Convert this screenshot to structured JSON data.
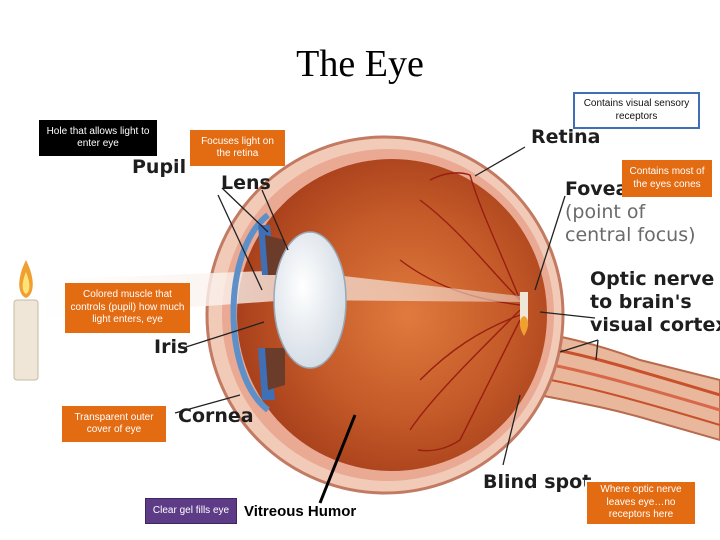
{
  "title": "The Eye",
  "labels": {
    "retina": "Retina",
    "pupil": "Pupil",
    "lens": "Lens",
    "fovea_1": "Fovea",
    "fovea_2": "(point of",
    "fovea_3": "central focus)",
    "optic_1": "Optic nerve",
    "optic_2": "to brain's",
    "optic_3": "visual cortex",
    "iris": "Iris",
    "cornea": "Cornea",
    "blind_spot": "Blind spot",
    "vitreous": "Vitreous Humor"
  },
  "callouts": {
    "pupil": "Hole that allows light to enter eye",
    "lens": "Focuses light on the retina",
    "retina": "Contains visual sensory receptors",
    "fovea": "Contains most of the eyes cones",
    "iris": "Colored muscle that controls (pupil) how much light enters, eye",
    "cornea": "Transparent outer cover of eye",
    "vitreous": "Clear gel fills eye",
    "blind_spot": "Where optic nerve leaves eye…no receptors here"
  },
  "colors": {
    "callout_black": "#000000",
    "callout_orange": "#e36b12",
    "callout_purple": "#5e3b86",
    "callout_border_blue": "#3f6fb5",
    "eye_interior": "#c4622e",
    "sclera": "#f0c9b8",
    "iris_blue": "#4d7fc4"
  }
}
